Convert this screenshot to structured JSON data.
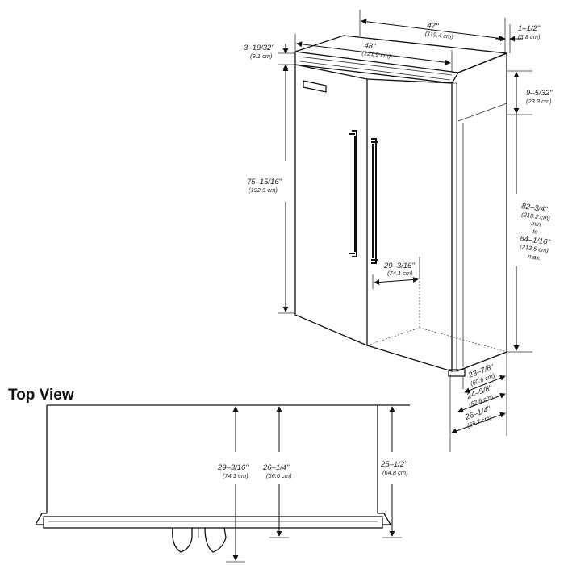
{
  "title": "Top View",
  "front": {
    "width_47": {
      "imp": "47\"",
      "met": "(119.4 cm)"
    },
    "width_48": {
      "imp": "48\"",
      "met": "(121.9 cm)"
    },
    "trim_1_5": {
      "imp": "1–1/2\"",
      "met": "(3.8 cm)"
    },
    "top_3_19": {
      "imp": "3–19/32\"",
      "met": "(9.1 cm)"
    },
    "top_9_5": {
      "imp": "9–5/32\"",
      "met": "(23.3 cm)"
    },
    "height_75": {
      "imp": "75–15/16\"",
      "met": "(192.9 cm)"
    },
    "height_82": {
      "l1": "82–3/4\"",
      "l2": "(210.2 cm)",
      "l3": "min.",
      "l4": "to",
      "l5": "84–1/16\"",
      "l6": "(213.5 cm)",
      "l7": "max."
    },
    "depth_29": {
      "imp": "29–3/16\"",
      "met": "(74.1 cm)"
    },
    "depth_23": {
      "imp": "23–7/8\"",
      "met": "(60.6 cm)"
    },
    "depth_24": {
      "imp": "24–5/8\"",
      "met": "(62.6 cm)"
    },
    "depth_26": {
      "imp": "26–1/4\"",
      "met": "(66.7 cm)"
    }
  },
  "top": {
    "d_29": {
      "imp": "29–3/16\"",
      "met": "(74.1 cm)"
    },
    "d_26": {
      "imp": "26–1/4\"",
      "met": "(66.6 cm)"
    },
    "d_25": {
      "imp": "25–1/2\"",
      "met": "(64.8 cm)"
    }
  }
}
